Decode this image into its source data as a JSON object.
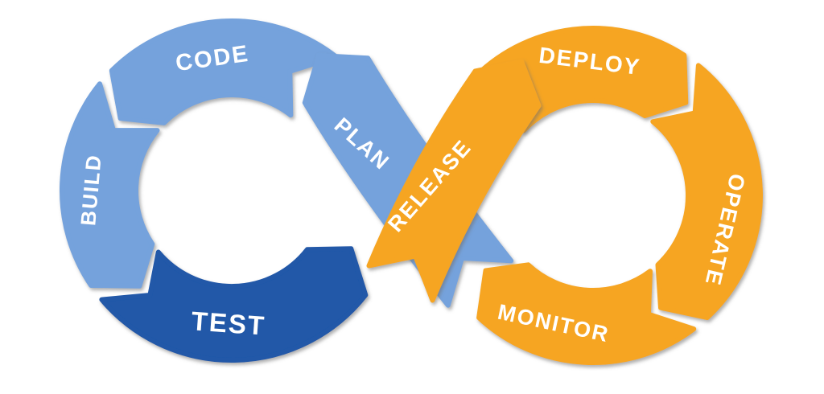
{
  "diagram": {
    "colors": {
      "light_blue": "#74a2dc",
      "dark_blue": "#2058a8",
      "orange": "#f6a524",
      "label": "#ffffff",
      "background": "#ffffff"
    },
    "segments": [
      {
        "id": "code",
        "label": "CODE"
      },
      {
        "id": "build",
        "label": "BUILD"
      },
      {
        "id": "test",
        "label": "TEST"
      },
      {
        "id": "plan",
        "label": "PLAN"
      },
      {
        "id": "deploy",
        "label": "DEPLOY"
      },
      {
        "id": "operate",
        "label": "OPERATE"
      },
      {
        "id": "monitor",
        "label": "MONITOR"
      },
      {
        "id": "release",
        "label": "RELEASE"
      }
    ]
  }
}
